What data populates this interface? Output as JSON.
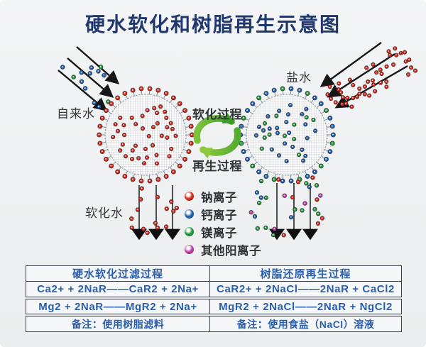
{
  "title": "硬水软化和树脂再生示意图",
  "labels": {
    "tap_water": "自来水",
    "softened_water": "软化水",
    "salt_water": "盐水",
    "softening_process": "软化过程",
    "regeneration_process": "再生过程"
  },
  "legend": {
    "items": [
      {
        "name": "sodium",
        "label": "钠离子",
        "color": "#d0281e"
      },
      {
        "name": "calcium",
        "label": "钙离子",
        "color": "#1c5fae"
      },
      {
        "name": "magnesium",
        "label": "镁离子",
        "color": "#23953a"
      },
      {
        "name": "other",
        "label": "其他阳离子",
        "color": "#bd3aa2"
      }
    ]
  },
  "table": {
    "columns": [
      {
        "header": "硬水软化过滤过程",
        "rows": [
          "Ca2+ + 2NaR——CaR2 + 2Na+",
          "Mg2 + 2NaR——MgR2 + 2Na+"
        ],
        "note": "备注：使用树脂滤料"
      },
      {
        "header": "树脂还原再生过程",
        "rows": [
          "CaR2+ + 2NaCl——2NaR + CaCl2",
          "MgR2 + 2NaCl——2NaR + NgCl2"
        ],
        "note": "备注：使用食盐（NaCl）溶液"
      }
    ]
  },
  "colors": {
    "title_text": "#21386e",
    "table_text": "#2a5fae",
    "table_border": "#39404c",
    "cycle_green_dark": "#3e9d27",
    "cycle_green_light": "#8ec83f",
    "arrow_black": "#161616"
  }
}
